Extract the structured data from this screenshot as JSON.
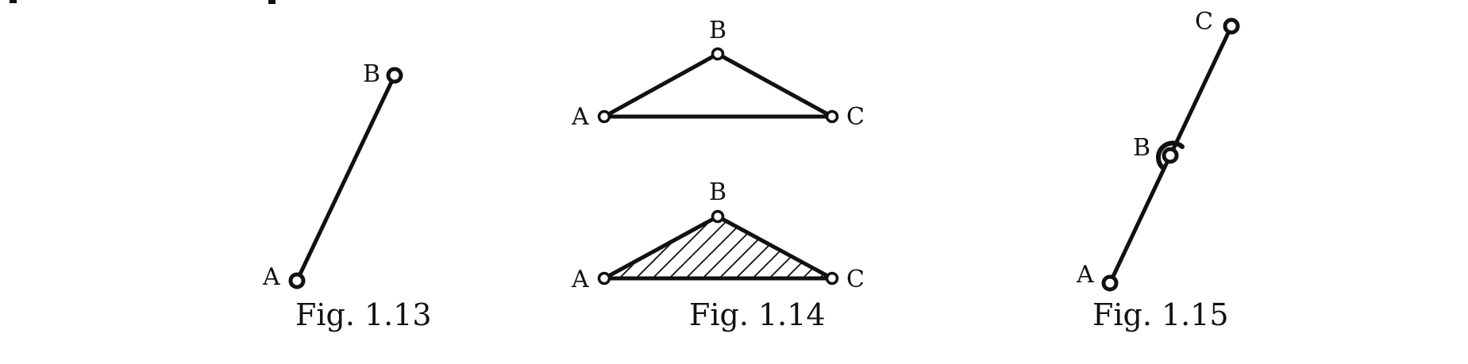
{
  "figures": {
    "fig13": {
      "caption": "Fig. 1.13",
      "labels": {
        "a": "A",
        "b": "B"
      }
    },
    "fig14": {
      "caption": "Fig. 1.14",
      "upper": {
        "a": "A",
        "b": "B",
        "c": "C"
      },
      "lower": {
        "a": "A",
        "b": "B",
        "c": "C"
      }
    },
    "fig15": {
      "caption": "Fig. 1.15",
      "labels": {
        "a": "A",
        "b": "B",
        "c": "C"
      }
    }
  },
  "colors": {
    "ink": "#111111",
    "background": "#ffffff"
  }
}
